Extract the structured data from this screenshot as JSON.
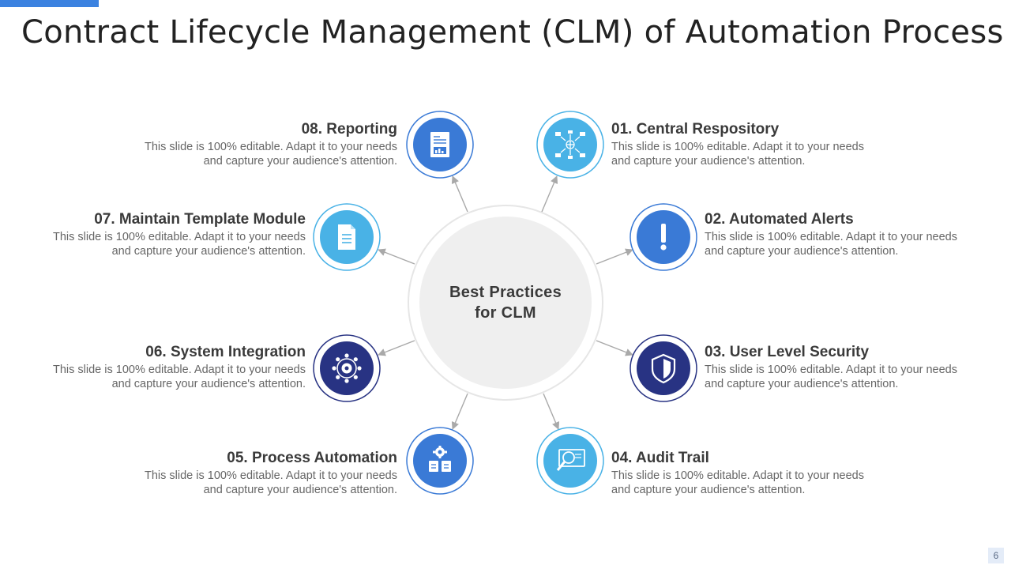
{
  "title": "Contract Lifecycle Management (CLM) of Automation Process",
  "hub": {
    "line1": "Best Practices",
    "line2": "for CLM"
  },
  "items": [
    {
      "title": "01. Central Respository",
      "desc1": "This slide is 100% editable. Adapt it to your needs",
      "desc2": "and capture your audience's attention.",
      "icon": "network-icon",
      "color": "#49b2e6"
    },
    {
      "title": "02. Automated Alerts",
      "desc1": "This slide is 100% editable. Adapt it to your needs",
      "desc2": "and capture your audience's attention.",
      "icon": "exclamation-icon",
      "color": "#3a7ad6"
    },
    {
      "title": "03. User Level Security",
      "desc1": "This slide is 100% editable. Adapt it to your needs",
      "desc2": "and capture your audience's attention.",
      "icon": "shield-icon",
      "color": "#283383"
    },
    {
      "title": "04. Audit Trail",
      "desc1": "This slide is 100% editable. Adapt it to your needs",
      "desc2": "and capture your audience's attention.",
      "icon": "magnifier-monitor-icon",
      "color": "#49b2e6"
    },
    {
      "title": "05. Process Automation",
      "desc1": "This slide is 100% editable. Adapt it to your needs",
      "desc2": "and capture your audience's attention.",
      "icon": "gear-documents-icon",
      "color": "#3a7ad6"
    },
    {
      "title": "06. System Integration",
      "desc1": "This slide is 100% editable. Adapt it to your needs",
      "desc2": "and capture your audience's attention.",
      "icon": "gear-network-icon",
      "color": "#283383"
    },
    {
      "title": "07. Maintain Template Module",
      "desc1": "This slide is 100% editable. Adapt it to your needs",
      "desc2": "and capture your audience's attention.",
      "icon": "document-icon",
      "color": "#49b2e6"
    },
    {
      "title": "08. Reporting",
      "desc1": "This slide is 100% editable. Adapt it to your needs",
      "desc2": "and capture your audience's attention.",
      "icon": "report-icon",
      "color": "#3a7ad6"
    }
  ],
  "page_number": "6"
}
